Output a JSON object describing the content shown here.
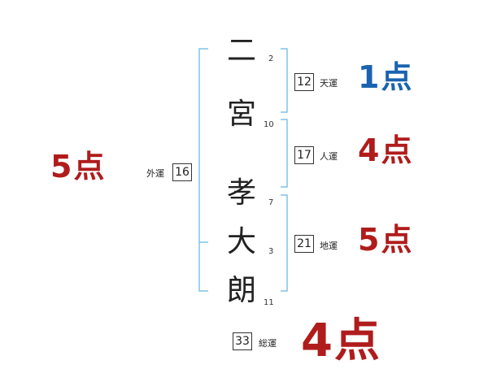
{
  "name_chars": [
    {
      "char": "二",
      "strokes": "2"
    },
    {
      "char": "宮",
      "strokes": "10"
    },
    {
      "char": "孝",
      "strokes": "7"
    },
    {
      "char": "大",
      "strokes": "3"
    },
    {
      "char": "朗",
      "strokes": "11"
    }
  ],
  "fortunes": {
    "ten": {
      "label": "天運",
      "value": "12",
      "score": "1点"
    },
    "jin": {
      "label": "人運",
      "value": "17",
      "score": "4点"
    },
    "chi": {
      "label": "地運",
      "value": "21",
      "score": "5点"
    },
    "gai": {
      "label": "外運",
      "value": "16",
      "score": "5点"
    },
    "sou": {
      "label": "総運",
      "value": "33",
      "score": "4点"
    }
  },
  "colors": {
    "bracket": "#7ec3e6",
    "score_blue": "#1a63b0",
    "score_red": "#b01c1c"
  }
}
